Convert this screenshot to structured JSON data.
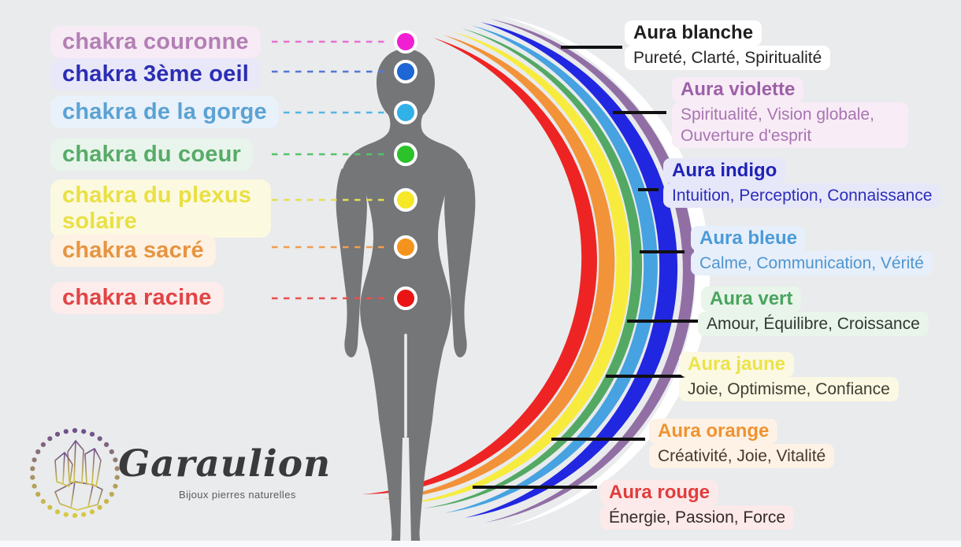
{
  "page_bg": "#e9ebed",
  "silhouette_color": "#747678",
  "callout_color": "#111111",
  "chakras": [
    {
      "label": "chakra couronne",
      "text_color": "#b27fb4",
      "bg": "#f7ebf5",
      "dot": "#f01fd4",
      "line": "#e86fd0"
    },
    {
      "label": "chakra 3ème oeil",
      "text_color": "#2b2db4",
      "bg": "#e8e8f8",
      "dot": "#1d66d5",
      "line": "#5577d5"
    },
    {
      "label": "chakra de la gorge",
      "text_color": "#5ba2d4",
      "bg": "#e9f1fa",
      "dot": "#30b1e8",
      "line": "#54b6e4"
    },
    {
      "label": "chakra du coeur",
      "text_color": "#57ab68",
      "bg": "#e9f5ec",
      "dot": "#2cc22a",
      "line": "#55c468"
    },
    {
      "label": "chakra du plexus solaire",
      "text_color": "#e9e044",
      "bg": "#fcf9e1",
      "dot": "#f6e826",
      "line": "#e6dd55"
    },
    {
      "label": "chakra sacré",
      "text_color": "#e79440",
      "bg": "#fdf2e3",
      "dot": "#f5941d",
      "line": "#f09d4d"
    },
    {
      "label": "chakra racine",
      "text_color": "#e04545",
      "bg": "#fdecec",
      "dot": "#eb1414",
      "line": "#ee4d4d"
    }
  ],
  "auras": [
    {
      "title": "Aura blanche",
      "desc": "Pureté, Clarté, Spiritualité",
      "title_color": "#1e1e1e",
      "desc_color": "#262626",
      "bg": "#ffffff",
      "band": "#ffffff"
    },
    {
      "title": "Aura violette",
      "desc": "Spiritualité, Vision globale, Ouverture d'esprit",
      "title_color": "#9c60a8",
      "desc_color": "#a874b2",
      "bg": "#f8ecf6",
      "band": "#916fa5"
    },
    {
      "title": "Aura indigo",
      "desc": "Intuition, Perception, Connaissance",
      "title_color": "#2022b6",
      "desc_color": "#2b2dbb",
      "bg": "#e6e7f8",
      "band": "#2127e0"
    },
    {
      "title": "Aura bleue",
      "desc": "Calme, Communication, Vérité",
      "title_color": "#4b9bd7",
      "desc_color": "#4f95cf",
      "bg": "#e7effa",
      "band": "#46a2e0"
    },
    {
      "title": "Aura vert",
      "desc": "Amour, Équilibre, Croissance",
      "title_color": "#48a55e",
      "desc_color": "#30382f",
      "bg": "#e9f4ea",
      "band": "#53a963"
    },
    {
      "title": "Aura jaune",
      "desc": "Joie, Optimisme, Confiance",
      "title_color": "#ece348",
      "desc_color": "#3f3e33",
      "bg": "#fbf8e3",
      "band": "#f7ec3e"
    },
    {
      "title": "Aura orange",
      "desc": "Créativité, Joie, Vitalité",
      "title_color": "#ef9331",
      "desc_color": "#46382c",
      "bg": "#fdf2e5",
      "band": "#f29239"
    },
    {
      "title": "Aura rouge",
      "desc": "Énergie, Passion, Force",
      "title_color": "#e23c3c",
      "desc_color": "#332a2a",
      "bg": "#fce9e9",
      "band": "#ee2424"
    }
  ],
  "logo": {
    "brand": "Garaulion",
    "tagline": "Bijoux pierres naturelles",
    "gradient_top": "#6f4f8c",
    "gradient_bottom": "#d8ca3e"
  }
}
